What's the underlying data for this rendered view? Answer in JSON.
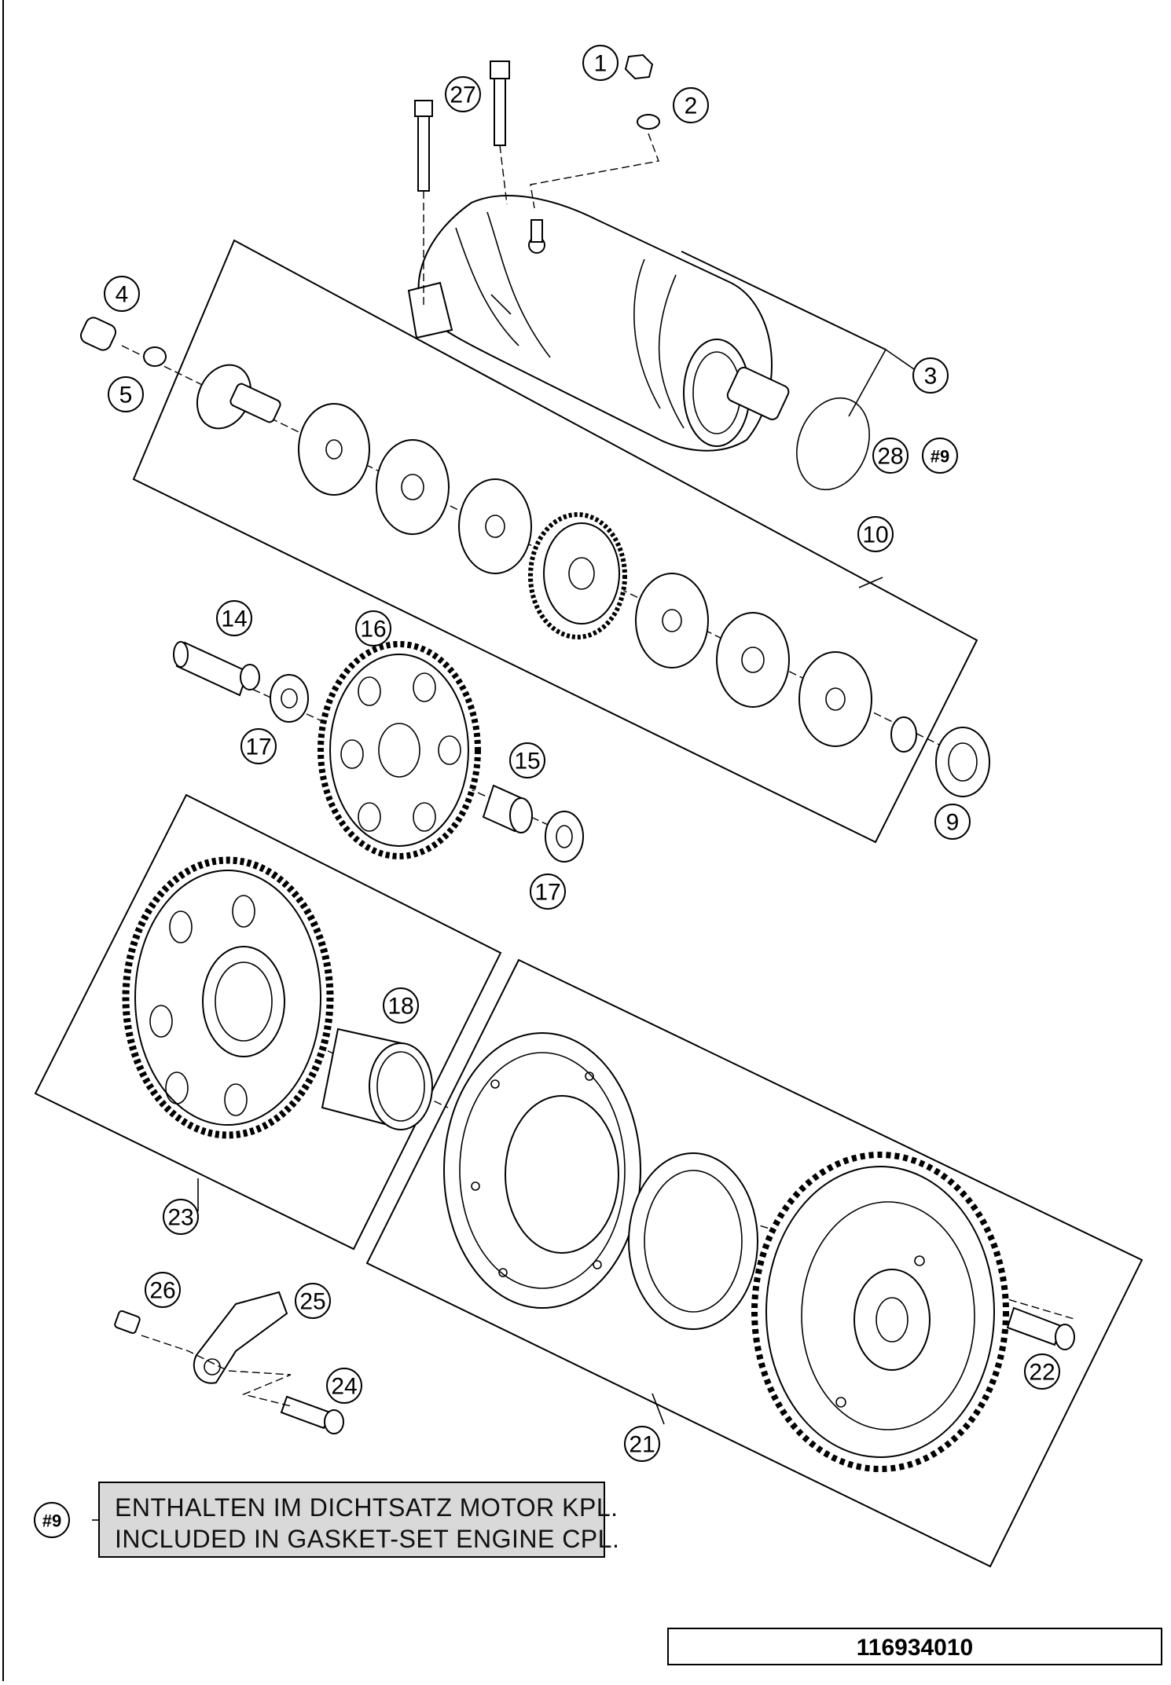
{
  "callouts": [
    {
      "id": "1",
      "label": "1"
    },
    {
      "id": "2",
      "label": "2"
    },
    {
      "id": "3",
      "label": "3"
    },
    {
      "id": "4",
      "label": "4"
    },
    {
      "id": "5",
      "label": "5"
    },
    {
      "id": "9",
      "label": "9"
    },
    {
      "id": "10",
      "label": "10"
    },
    {
      "id": "14",
      "label": "14"
    },
    {
      "id": "15",
      "label": "15"
    },
    {
      "id": "16",
      "label": "16"
    },
    {
      "id": "17a",
      "label": "17"
    },
    {
      "id": "17b",
      "label": "17"
    },
    {
      "id": "18",
      "label": "18"
    },
    {
      "id": "21",
      "label": "21"
    },
    {
      "id": "22",
      "label": "22"
    },
    {
      "id": "23",
      "label": "23"
    },
    {
      "id": "24",
      "label": "24"
    },
    {
      "id": "25",
      "label": "25"
    },
    {
      "id": "26",
      "label": "26"
    },
    {
      "id": "27",
      "label": "27"
    },
    {
      "id": "28",
      "label": "28"
    },
    {
      "id": "g9",
      "label": "#9"
    },
    {
      "id": "g9note",
      "label": "#9"
    }
  ],
  "note": {
    "line1": "ENTHALTEN IM DICHTSATZ MOTOR KPL.",
    "line2": "INCLUDED IN GASKET-SET ENGINE CPL."
  },
  "document_number": "116934010"
}
